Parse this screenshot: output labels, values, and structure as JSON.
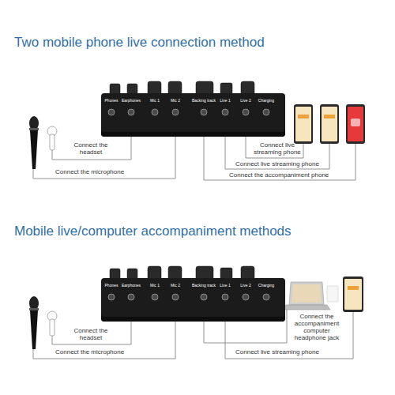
{
  "diagram": {
    "title": "Two mobile phone live connection method",
    "nodes": [
      {
        "text": [
          "Phones",
          "Earphones",
          "Mic 1",
          "Mic 2",
          "Backing track",
          "Live 1",
          "Live 2",
          "Charging"
        ]
      },
      {
        "text": [
          "Phones",
          "Earphones",
          "Mic 1",
          "Mic 2",
          "Backing track",
          "Live 1",
          "Live 2",
          "Charging"
        ]
      }
    ],
    "labels": [
      "Connect the headset",
      "Connect the microphone",
      "Connect live streaming phone",
      "Connect live streaming phone",
      "Connect the accompaniment phone",
      "Mobile live/computer accompaniment methods",
      "Connect the headset",
      "Connect the microphone",
      "Connect the accompaniment computer headphone jack",
      "Connect live streaming phone"
    ]
  }
}
